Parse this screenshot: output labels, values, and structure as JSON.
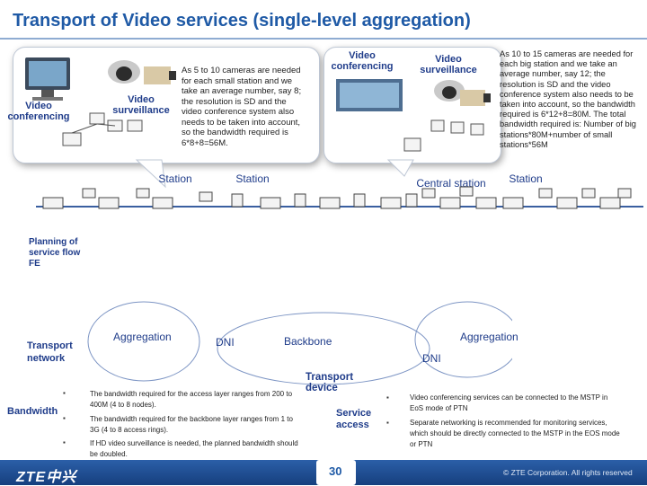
{
  "title": "Transport of Video services (single-level aggregation)",
  "bubble_left": {
    "label_conf": "Video conferencing",
    "label_surv": "Video surveillance",
    "note": "As 5 to 10 cameras are needed for each small station and we take an average number, say 8; the resolution is SD and the video conference system also needs to be taken into account, so the bandwidth required is 6*8+8=56M."
  },
  "bubble_right": {
    "label_conf": "Video conferencing",
    "label_surv": "Video surveillance",
    "note": "As 10 to 15 cameras are needed for each big station and we take an average number, say 12; the resolution is SD and the video conference system also needs to be taken into account, so the bandwidth required is 6*12+8=80M. The total bandwidth required is: Number of big stations*80M+number of small stations*56M"
  },
  "station_labels": [
    "Station",
    "Station",
    "Central station",
    "Station"
  ],
  "planning_label": "Planning of service flow FE",
  "rings": {
    "aggregation_left": "Aggregation",
    "dni_left": "DNI",
    "backbone": "Backbone",
    "aggregation_right": "Aggregation",
    "dni_right": "DNI"
  },
  "transport_network": "Transport network",
  "transport_device": "Transport device",
  "service_access": "Service access",
  "bandwidth_label": "Bandwidth",
  "bullets_left": [
    "The bandwidth required for the access layer ranges from 200 to 400M (4 to 8 nodes).",
    "The bandwidth required for the backbone layer ranges from 1 to 3G (4 to 8 access rings).",
    "If HD video surveillance is needed, the planned bandwidth should be doubled."
  ],
  "bullets_right": [
    "Video conferencing services can be connected to the MSTP in EoS mode of PTN",
    "Separate networking is recommended for monitoring services, which should be directly connected to the MSTP in the EOS mode or PTN"
  ],
  "footer": {
    "logo": "ZTE中兴",
    "page": "30",
    "copyright": "© ZTE Corporation. All rights reserved"
  },
  "colors": {
    "title": "#1f5aa6",
    "ring_stroke": "#7d95c4",
    "footer": "#1f4f95"
  }
}
